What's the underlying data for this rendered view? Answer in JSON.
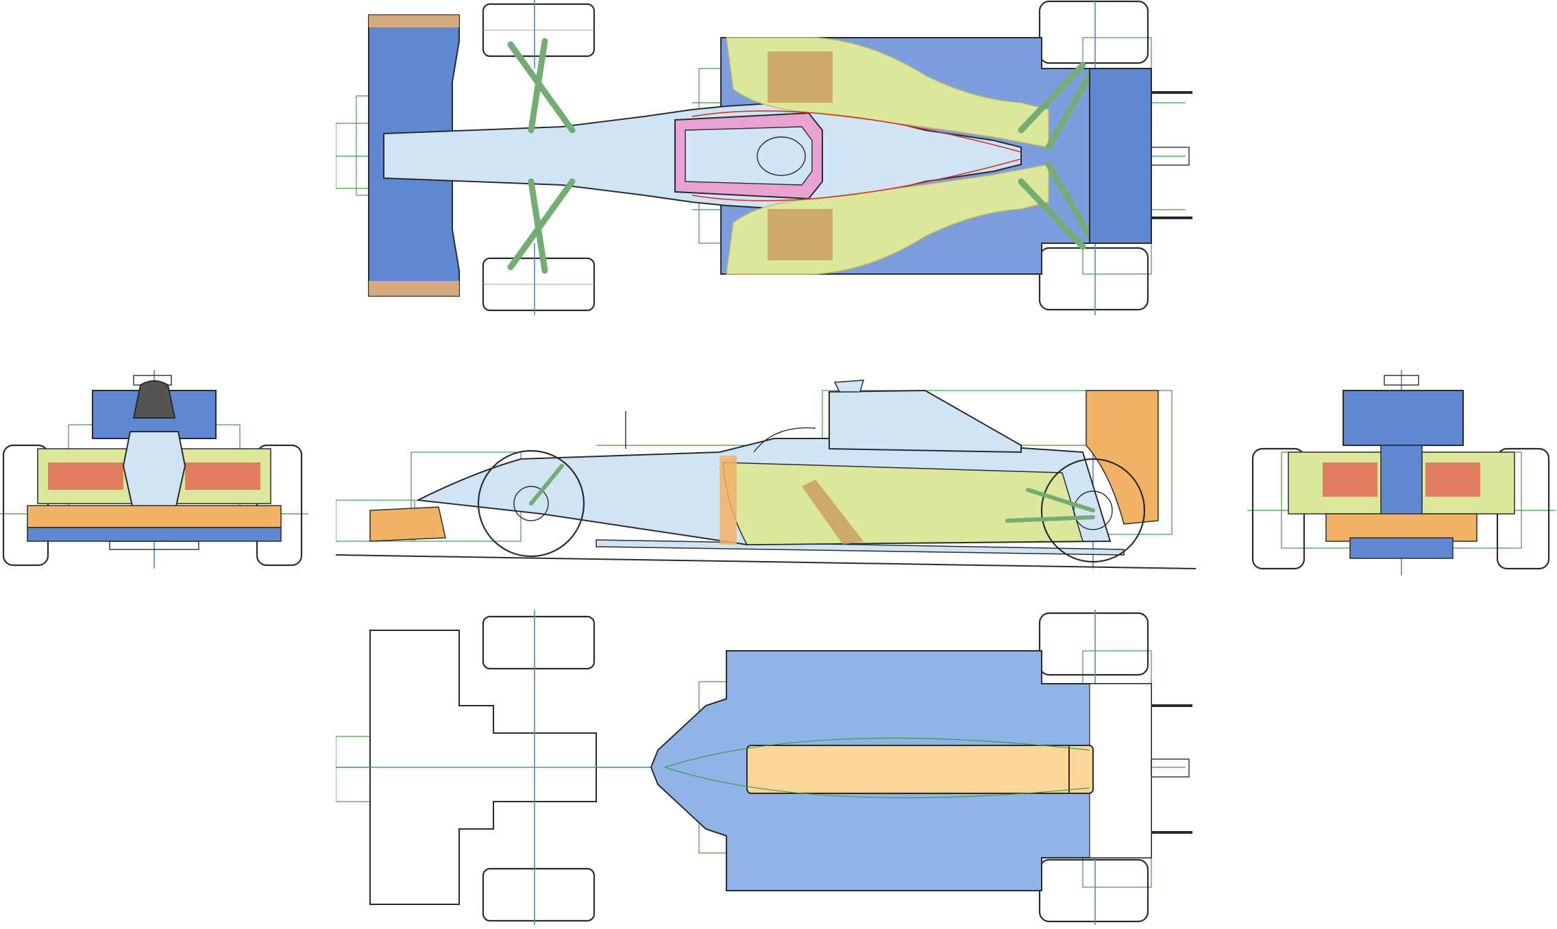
{
  "drawing": {
    "views": [
      "top",
      "front",
      "side",
      "rear",
      "bottom"
    ]
  },
  "colors": {
    "outline": "#2a2a2a",
    "construction_line": "#3f9a3f",
    "centerline": "#4a8cc8",
    "wing_blue": "#5f88d2",
    "floor_blue": "#8fb4e8",
    "sidepod_yellow_green": "#dbe79a",
    "chassis_light_blue": "#cfe4f5",
    "suspension_green": "#74ad74",
    "accent_orange": "#f2b266",
    "plank_orange": "#fbd698",
    "cockpit_pink": "#e8a3d2",
    "radiator_brown": "#c9955a",
    "detail_red": "#d2322d"
  }
}
